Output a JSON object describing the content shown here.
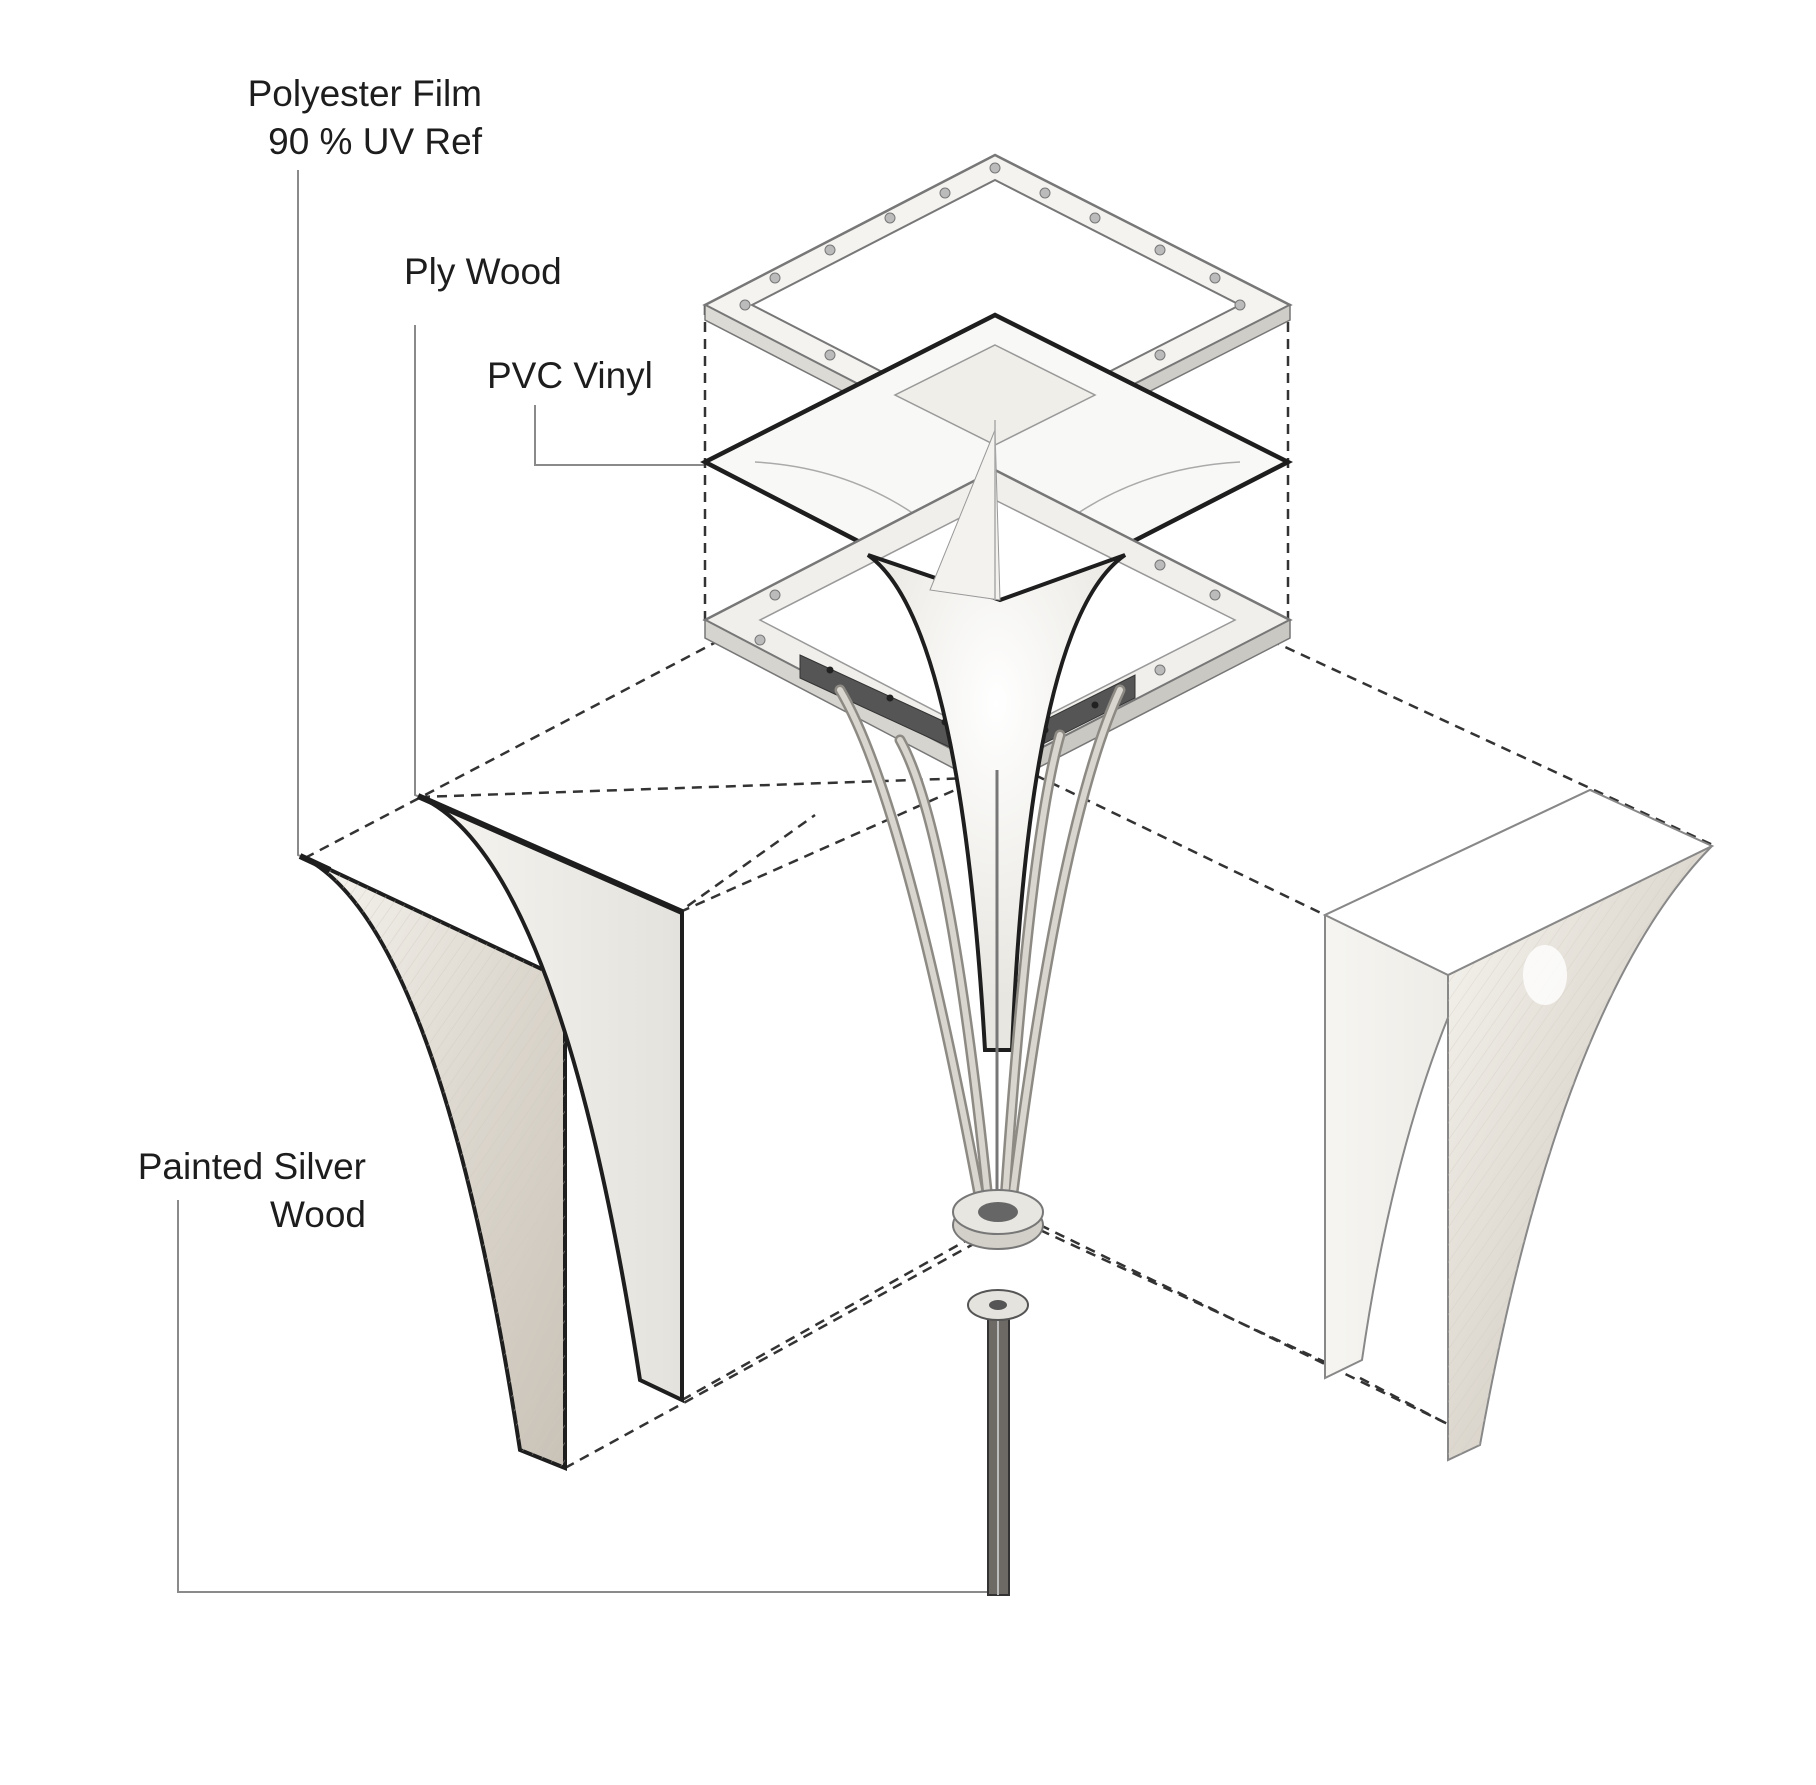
{
  "labels": {
    "polyester_line1": "Polyester  Film",
    "polyester_line2": "90 % UV Ref",
    "plywood": "Ply Wood",
    "pvc_vinyl": "PVC Vinyl",
    "painted_line1": "Painted Silver",
    "painted_line2": "Wood"
  },
  "colors": {
    "stroke": "#2a2a2a",
    "leader": "#8a8a8a",
    "panel_fill": "#f3f2ee",
    "film_fill": "#e6e2da",
    "frame_fill": "#ebe9e4",
    "dark_plate": "#555555"
  }
}
